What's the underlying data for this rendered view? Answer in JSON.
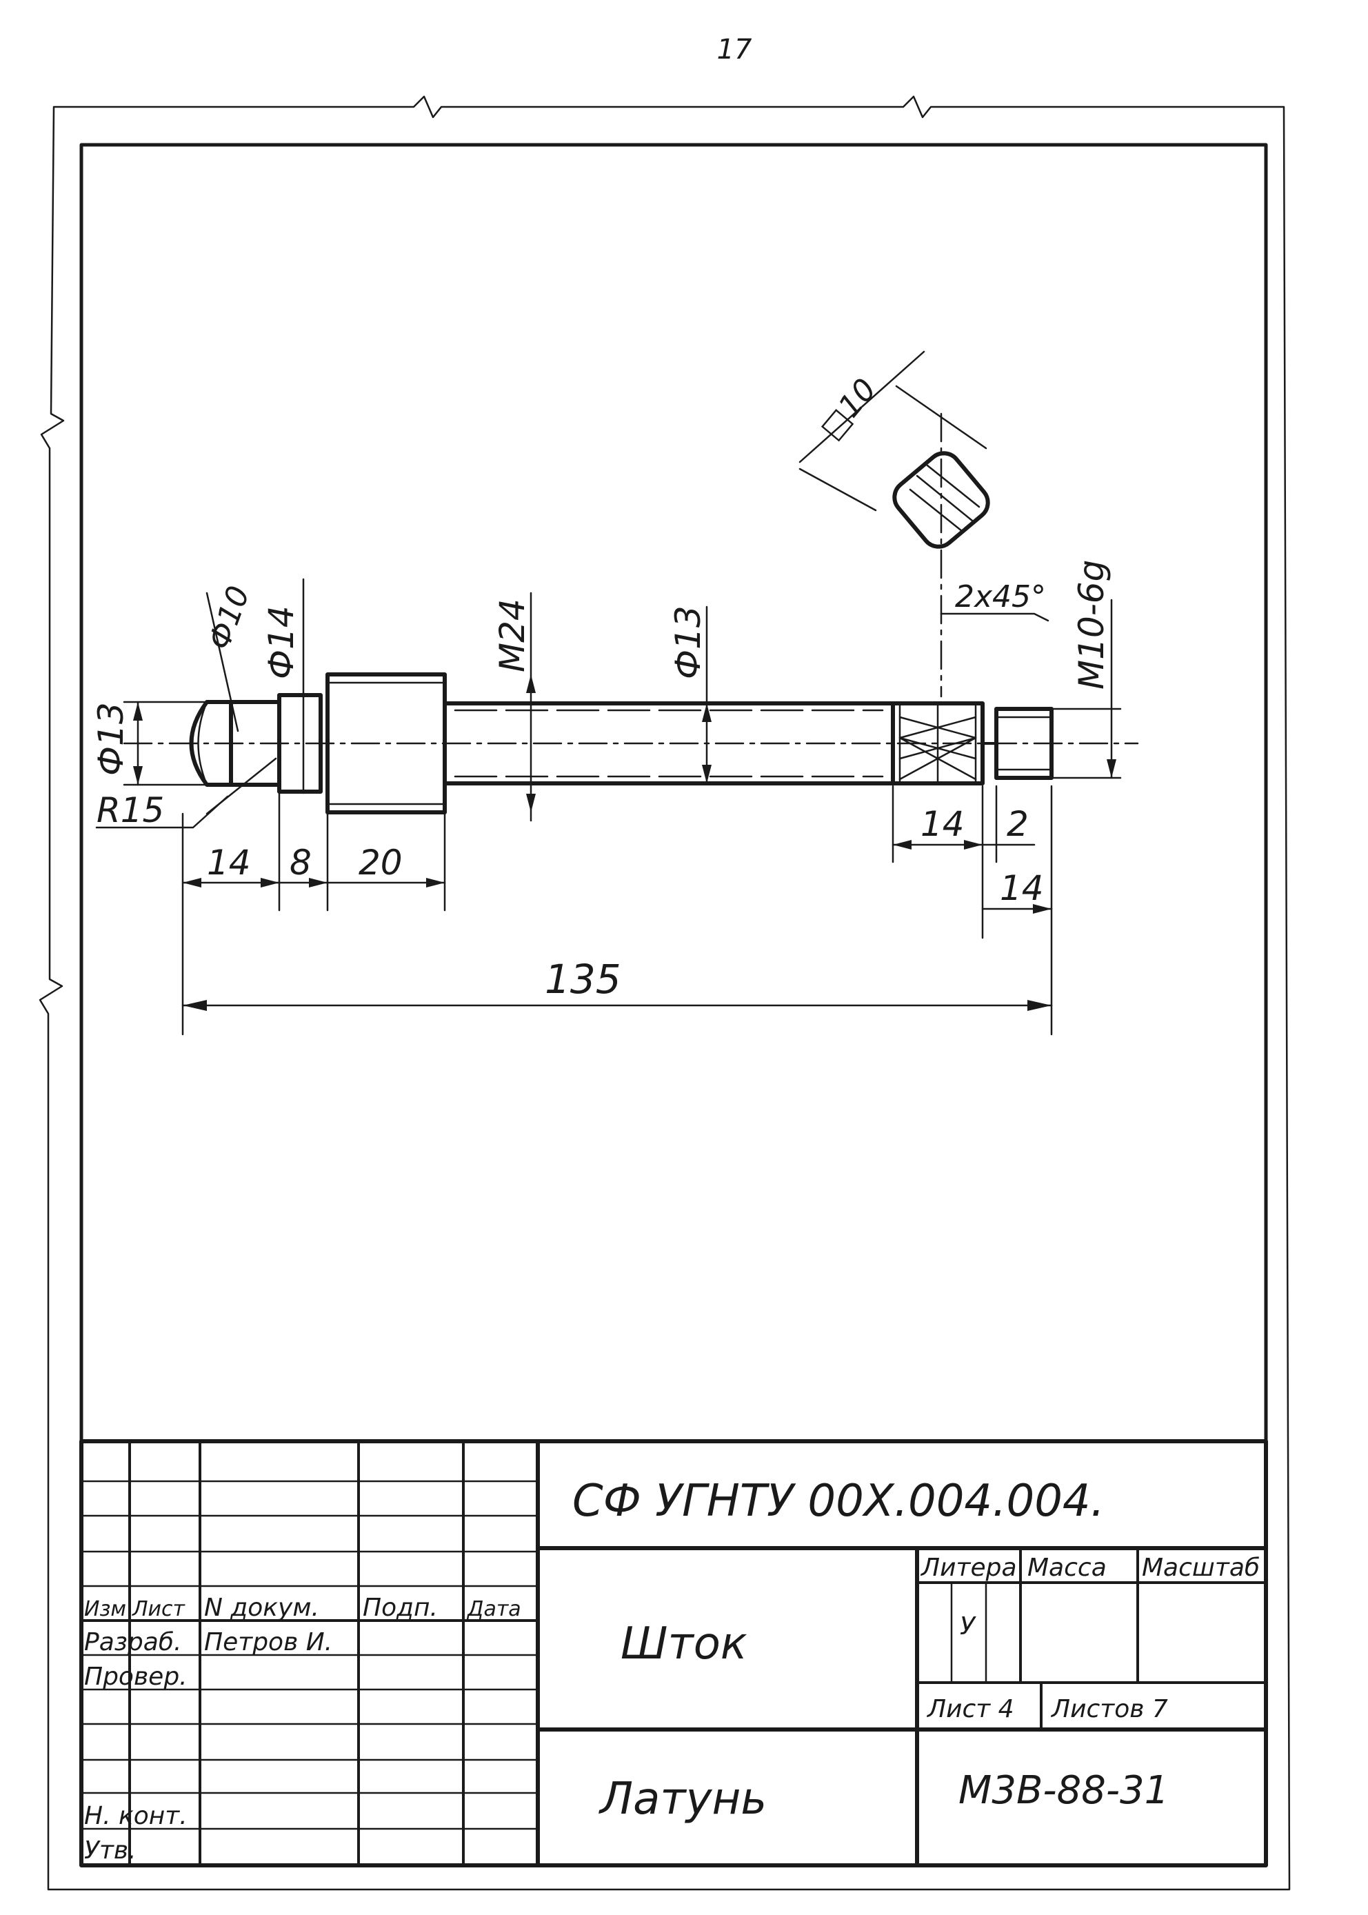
{
  "page_number": "17",
  "dimensions": {
    "d13_left": "Ф13",
    "d10": "Ф10",
    "d14": "Ф14",
    "m24": "M24",
    "d13_mid": "Ф13",
    "chamfer": "2x45°",
    "thread": "M10-6g",
    "square": "□10",
    "radius": "R15",
    "len_14_a": "14",
    "len_8": "8",
    "len_20": "20",
    "len_14_b": "14",
    "len_2": "2",
    "len_14_c": "14",
    "len_135": "135"
  },
  "title_block": {
    "designation": "СФ УГНТУ 00X.004.004.",
    "part_name": "Шток",
    "material": "Латунь",
    "group": "М3В-88-31",
    "headers": {
      "izm": "Изм",
      "list": "Лист",
      "ndokum": "N докум.",
      "podp": "Подп.",
      "data": "Дата",
      "litera": "Литера",
      "massa": "Масса",
      "masshtab": "Масштаб"
    },
    "rows": {
      "razrab_label": "Разраб.",
      "razrab_name": "Петров И.",
      "prover_label": "Провер.",
      "nkont_label": "Н. конт.",
      "utv_label": "Утв."
    },
    "litera_value": "У",
    "sheet": "Лист 4",
    "sheets": "Листов 7"
  }
}
